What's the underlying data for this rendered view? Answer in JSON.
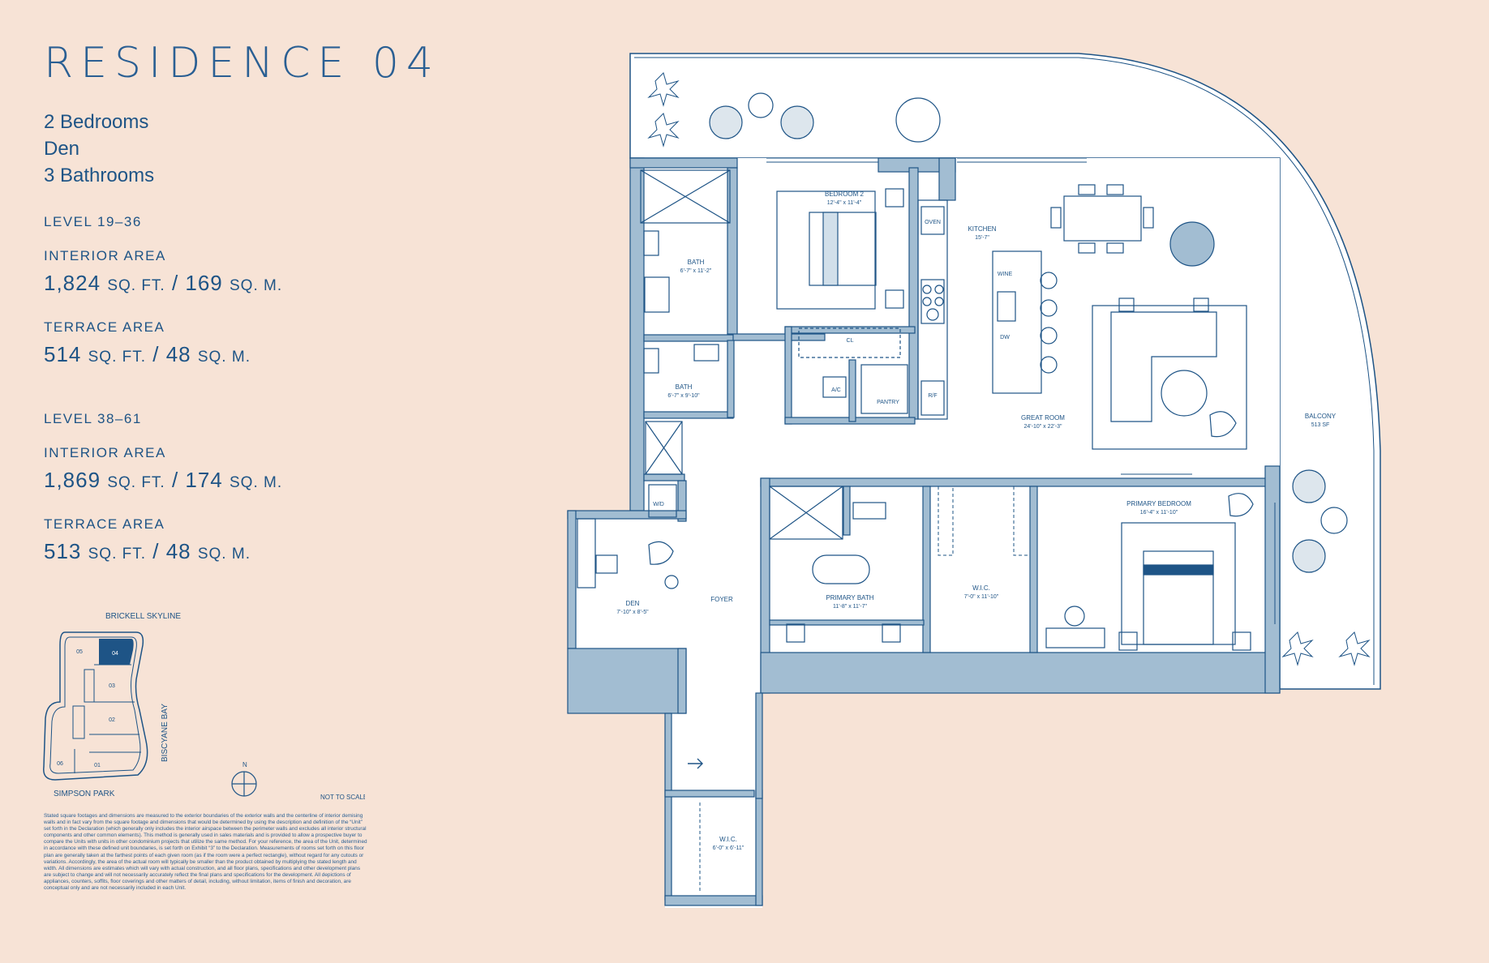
{
  "title": "RESIDENCE 04",
  "unit": {
    "bedrooms": "2 Bedrooms",
    "den": "Den",
    "bathrooms": "3 Bathrooms"
  },
  "levels": [
    {
      "level": "LEVEL 19–36",
      "interior_label": "INTERIOR AREA",
      "interior_value": [
        "1,824",
        "SQ. FT.",
        " / 169 ",
        "SQ. M."
      ],
      "terrace_label": "TERRACE AREA",
      "terrace_value": [
        "514",
        "SQ. FT.",
        " / 48 ",
        "SQ. M."
      ]
    },
    {
      "level": "LEVEL 38–61",
      "interior_label": "INTERIOR AREA",
      "interior_value": [
        "1,869",
        "SQ. FT.",
        " / 174 ",
        "SQ. M."
      ],
      "terrace_label": "TERRACE AREA",
      "terrace_value": [
        "513",
        "SQ. FT.",
        " / 48 ",
        "SQ. M."
      ]
    }
  ],
  "keyplan": {
    "top_label": "BRICKELL SKYLINE",
    "side_label": "BISCYANE BAY",
    "bottom_label": "SIMPSON PARK",
    "units": [
      "05",
      "04",
      "03",
      "02",
      "06",
      "01"
    ],
    "north": "N",
    "scale_note": "NOT TO SCALE"
  },
  "disclaimer": "Stated square footages and dimensions are measured to the exterior boundaries of the exterior walls and the centerline of interior demising walls and in fact vary from the square footage and dimensions that would be determined by using the description and definition of the “Unit” set forth in the Declaration (which generally only includes the interior airspace between the perimeter walls and excludes all interior structural components and other common elements). This method is generally used in sales materials and is provided to allow a prospective buyer to compare the Units with units in other condominium projects that utilize the same method. For your reference, the area of the Unit, determined in accordance with these defined unit boundaries, is set forth on Exhibit “3” to the Declaration. Measurements of rooms set forth on this floor plan are generally taken at the farthest points of each given room (as if the room were a perfect rectangle), without regard for any cutouts or variations. Accordingly, the area of the actual room will typically be smaller than the product obtained by multiplying the stated length and width. All dimensions are estimates which will vary with actual construction, and all floor plans, specifications and other development plans are subject to change and will not necessarily accurately reflect the final plans and specifications for the development. All depictions of appliances, counters, soffits, floor coverings and other matters of detail, including, without limitation, items of finish and decoration, are conceptual only and are not necessarily included in each Unit.",
  "rooms": {
    "bedroom2": {
      "name": "BEDROOM 2",
      "dim": "12'-4\" x 11'-4\""
    },
    "bath1": {
      "name": "BATH",
      "dim": "6'-7\" x 11'-2\""
    },
    "bath2": {
      "name": "BATH",
      "dim": "6'-7\" x 9'-10\""
    },
    "kitchen": {
      "name": "KITCHEN",
      "dim": "15'-7\""
    },
    "great_room": {
      "name": "GREAT ROOM",
      "dim": "24'-10\" x 22'-3\""
    },
    "balcony": {
      "name": "BALCONY",
      "dim": "513 SF"
    },
    "primary_bedroom": {
      "name": "PRIMARY BEDROOM",
      "dim": "16'-4\" x 11'-10\""
    },
    "primary_bath": {
      "name": "PRIMARY BATH",
      "dim": "11'-8\" x 11'-7\""
    },
    "wic1": {
      "name": "W.I.C.",
      "dim": "7'-0\" x 11'-10\""
    },
    "den": {
      "name": "DEN",
      "dim": "7'-10\" x 8'-5\""
    },
    "foyer": {
      "name": "FOYER"
    },
    "wic2": {
      "name": "W.I.C.",
      "dim": "6'-0\" x 6'-11\""
    },
    "fixtures": {
      "oven": "OVEN",
      "wine": "WINE",
      "dw": "DW",
      "rf": "R/F",
      "cl": "CL",
      "ac": "A/C",
      "pantry": "PANTRY",
      "wd": "W/D"
    }
  },
  "colors": {
    "background": "#f7e3d6",
    "wall": "#a2bdd2",
    "line": "#1e5486",
    "floor": "#ffffff"
  }
}
